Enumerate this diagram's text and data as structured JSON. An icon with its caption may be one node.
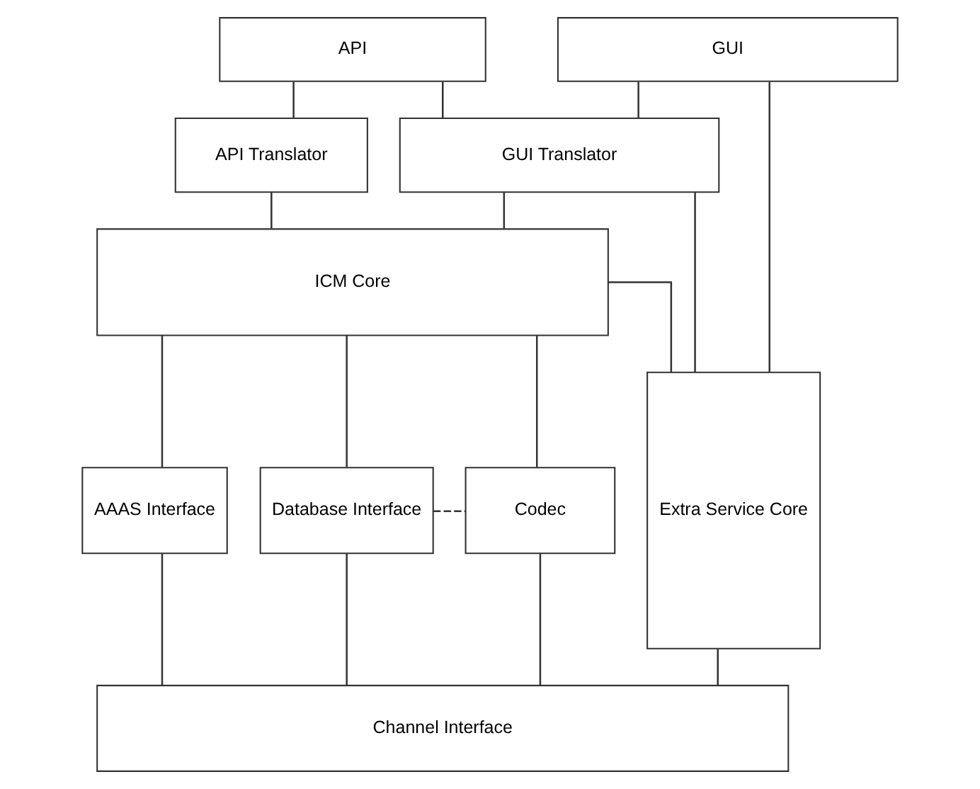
{
  "diagram": {
    "nodes": [
      {
        "text": [
          "API"
        ]
      },
      {
        "text": [
          "GUI"
        ]
      },
      {
        "text": [
          "API Translator"
        ]
      },
      {
        "text": [
          "GUI Translator"
        ]
      },
      {
        "text": [
          "Extra Service Core"
        ]
      },
      {
        "text": [
          "ICM Core"
        ]
      },
      {
        "text": [
          "AAAS Interface"
        ]
      },
      {
        "text": [
          "Database Interface"
        ]
      },
      {
        "text": [
          "Codec"
        ]
      },
      {
        "text": [
          "Channel Interface"
        ]
      }
    ],
    "edges": [
      {
        "from": 0,
        "to": 2,
        "arrow": "none"
      },
      {
        "from": 0,
        "to": 3,
        "arrow": "none"
      },
      {
        "from": 1,
        "to": 3,
        "arrow": "none"
      },
      {
        "from": 1,
        "to": 4,
        "arrow": "none"
      },
      {
        "from": 3,
        "to": 4,
        "arrow": "none"
      },
      {
        "from": 2,
        "to": 5,
        "arrow": "none"
      },
      {
        "from": 3,
        "to": 5,
        "arrow": "none"
      },
      {
        "from": 5,
        "to": 4,
        "arrow": "none"
      },
      {
        "from": 5,
        "to": 6,
        "arrow": "none"
      },
      {
        "from": 5,
        "to": 7,
        "arrow": "none"
      },
      {
        "from": 5,
        "to": 8,
        "arrow": "none"
      },
      {
        "from": 7,
        "to": 8,
        "arrow": "none",
        "style": "dashed"
      },
      {
        "from": 6,
        "to": 9,
        "arrow": "none"
      },
      {
        "from": 7,
        "to": 9,
        "arrow": "none"
      },
      {
        "from": 8,
        "to": 9,
        "arrow": "none"
      },
      {
        "from": 4,
        "to": 9,
        "arrow": "none"
      }
    ]
  }
}
